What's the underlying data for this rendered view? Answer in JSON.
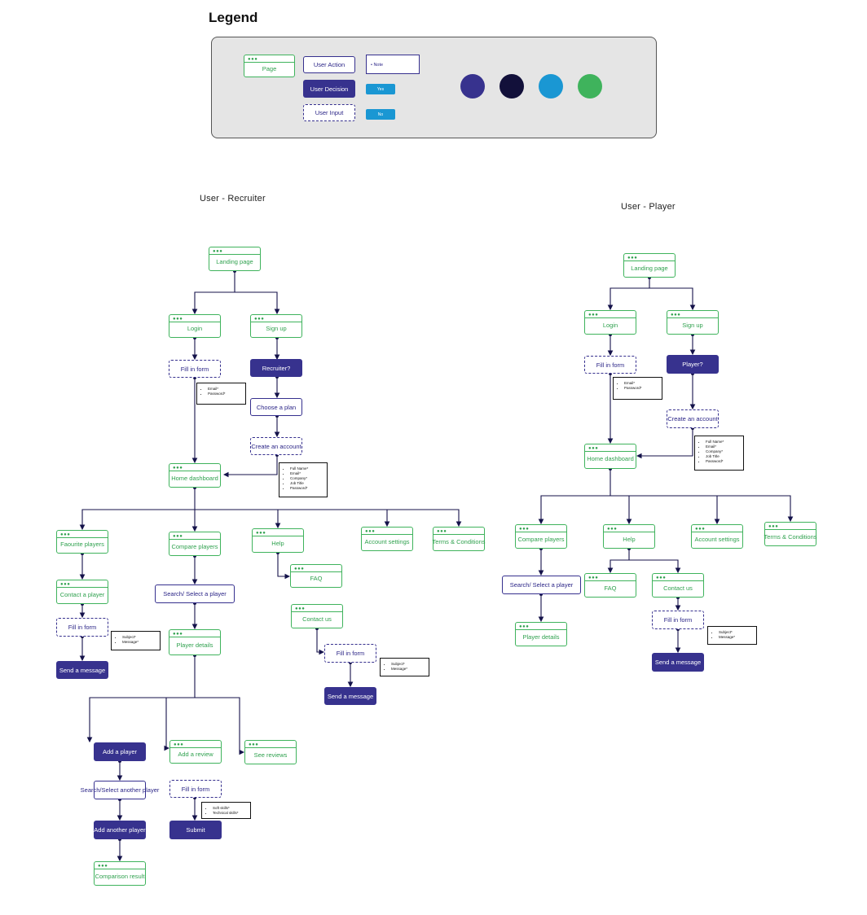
{
  "legend": {
    "title": "Legend",
    "page": "Page",
    "user_action": "User Action",
    "user_decision": "User Decision",
    "user_input": "User Input",
    "note": "• Note",
    "yes": "Yes",
    "no": "No",
    "colors": [
      "#37328e",
      "#12103a",
      "#1a97d3",
      "#3fb35c"
    ]
  },
  "recruiter": {
    "title": "User - Recruiter",
    "landing": "Landing page",
    "login": "Login",
    "signup": "Sign up",
    "fill_login": "Fill in form",
    "note_login": [
      "Email*",
      "Password*"
    ],
    "recruiter_q": "Recruiter?",
    "choose_plan": "Choose a plan",
    "create_account": "Create an account",
    "note_account": [
      "Full Name*",
      "Email*",
      "Company*",
      "Job Title",
      "Password*"
    ],
    "home": "Home dashboard",
    "favourite": "Faourite players",
    "compare": "Compare players",
    "help": "Help",
    "account_settings": "Account settings",
    "terms": "Terms & Conditions",
    "contact_player": "Contact a player",
    "search_select": "Search/ Select a player",
    "faq": "FAQ",
    "contact_us": "Contact us",
    "fill_contact_player": "Fill in form",
    "note_contact_player": [
      "Subject*",
      "Message*"
    ],
    "player_details": "Player details",
    "fill_contact_us": "Fill in form",
    "note_contact_us": [
      "Subject*",
      "Message*"
    ],
    "send_msg_1": "Send a message",
    "send_msg_2": "Send a message",
    "add_player": "Add a player",
    "add_review": "Add a review",
    "see_reviews": "See reviews",
    "search_another": "Search/Select  another player",
    "fill_review": "Fill in form",
    "note_review": [
      "Soft skills*",
      "Technical skills*"
    ],
    "add_another": "Add another  player",
    "submit": "Submit",
    "comparison": "Comparison result"
  },
  "player": {
    "title": "User - Player",
    "landing": "Landing page",
    "login": "Login",
    "signup": "Sign up",
    "fill_login": "Fill in form",
    "note_login": [
      "Email*",
      "Password*"
    ],
    "player_q": "Player?",
    "create_account": "Create an account",
    "note_account": [
      "Full Name*",
      "Email*",
      "Company*",
      "Job Title",
      "Password*"
    ],
    "home": "Home dashboard",
    "compare": "Compare players",
    "help": "Help",
    "account_settings": "Account settings",
    "terms": "Terms & Conditions",
    "search_select": "Search/ Select a player",
    "faq": "FAQ",
    "contact_us": "Contact us",
    "player_details": "Player details",
    "fill_contact": "Fill in form",
    "note_contact": [
      "Subject*",
      "Message*"
    ],
    "send_msg": "Send a message"
  }
}
